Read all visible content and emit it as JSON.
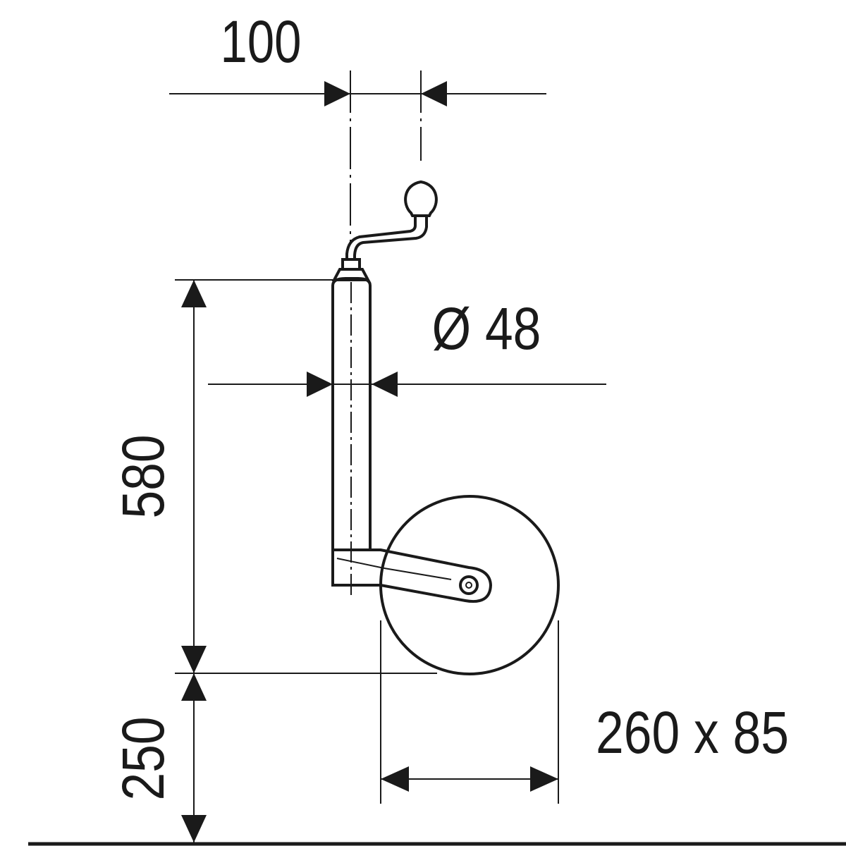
{
  "dimensions": {
    "handle_offset": "100",
    "tube_diameter": "Ø 48",
    "height_upper": "580",
    "height_lower": "250",
    "wheel_size": "260 x 85"
  },
  "colors": {
    "line": "#1a1a1a",
    "background": "#ffffff"
  }
}
